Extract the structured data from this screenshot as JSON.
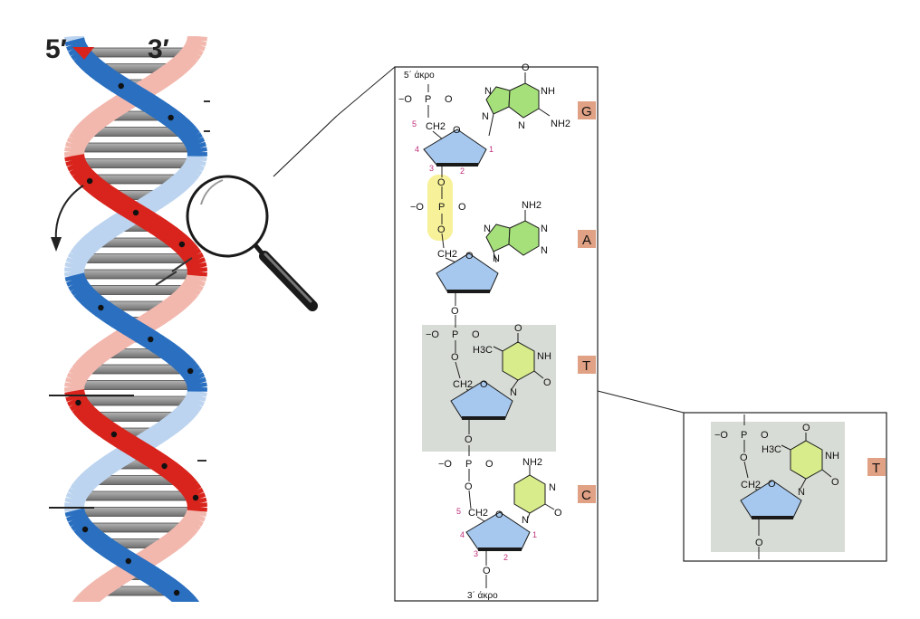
{
  "helix": {
    "label_5prime": "5′",
    "label_3prime": "3′"
  },
  "detail_panel": {
    "end_5_label": "5΄ άκρο",
    "end_3_label": "3΄ άκρο",
    "nucleotides": [
      {
        "base_letter": "G",
        "base_color": "#a6e07a",
        "chem": {
          "o": "O",
          "nh": "NH",
          "nh2": "NH2",
          "n1": "N",
          "n2": "N",
          "n3": "N",
          "ch2": "CH2",
          "ring_o": "O",
          "p": "P",
          "po_o1": "−O",
          "po_o2": "O",
          "c5": "5",
          "c4": "4",
          "c3": "3",
          "c2": "2",
          "c1": "1"
        }
      },
      {
        "base_letter": "A",
        "base_color": "#a6e07a",
        "chem": {
          "nh2": "NH2",
          "n1": "N",
          "n2": "N",
          "n3": "N",
          "n4": "N",
          "ch2": "CH2",
          "ring_o": "O",
          "p": "P",
          "po_o1": "−O",
          "po_o2": "O",
          "po_o3": "O",
          "po_o4": "O"
        }
      },
      {
        "base_letter": "T",
        "base_color": "#d8ec8c",
        "chem": {
          "h3c": "H3C",
          "nh": "NH",
          "o1": "O",
          "o2": "O",
          "n": "N",
          "ch2": "CH2",
          "ring_o": "O",
          "p": "P",
          "po_o1": "−O",
          "po_o2": "O",
          "po_o3": "O",
          "po_o4": "O"
        }
      },
      {
        "base_letter": "C",
        "base_color": "#d8ec8c",
        "chem": {
          "nh2": "NH2",
          "n1": "N",
          "n2": "N",
          "o": "O",
          "ch2": "CH2",
          "ring_o": "O",
          "p": "P",
          "po_o1": "−O",
          "po_o2": "O",
          "po_o3": "O",
          "po_o4": "O",
          "o_end": "O",
          "c5": "5",
          "c4": "4",
          "c3": "3",
          "c2": "2",
          "c1": "1"
        }
      }
    ]
  },
  "zoom_panel": {
    "base_letter": "T",
    "chem": {
      "p": "P",
      "po_o1": "−O",
      "po_o2": "O",
      "po_o3": "O",
      "h3c": "H3C",
      "nh": "NH",
      "o1": "O",
      "o2": "O",
      "n": "N",
      "ch2": "CH2",
      "ring_o": "O",
      "o_end": "O"
    }
  },
  "colors": {
    "strand_red": "#d8241c",
    "strand_blue": "#2a6fc0",
    "rung": "#8a8a8a",
    "sugar": "#a6c8ee",
    "base_tag": "#e0a184",
    "highlight_phosphate": "#f7f19a",
    "t_box": "#d8dcd6",
    "carbon_num": "#c0307a"
  }
}
